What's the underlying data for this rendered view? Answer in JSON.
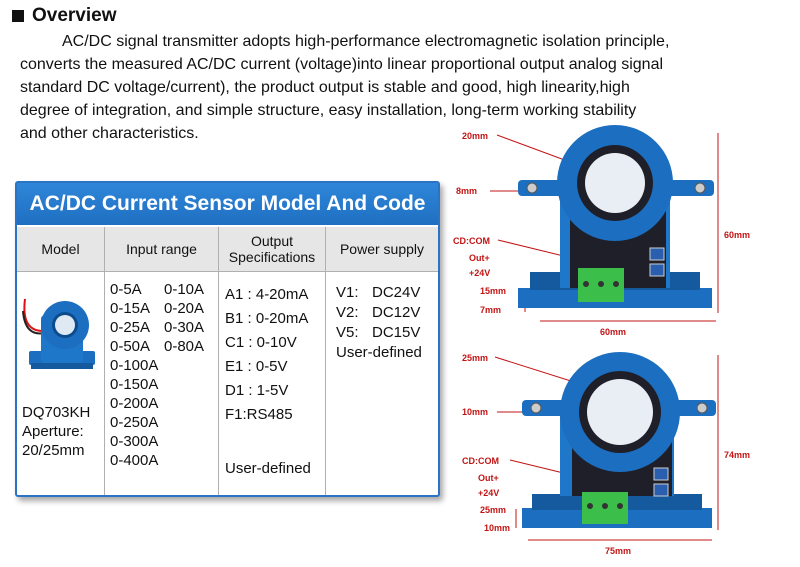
{
  "heading": "Overview",
  "paragraph": [
    "AC/DC signal transmitter adopts high-performance electromagnetic isolation principle,",
    "converts the measured AC/DC current (voltage)into linear proportional output analog signal",
    "standard DC voltage/current), the product output is stable and good, high linearity,high",
    "degree of integration, and simple structure, easy installation, long-term working stability",
    "and other characteristics."
  ],
  "table": {
    "title": "AC/DC Current Sensor Model And Code",
    "headers": {
      "model": "Model",
      "input_range": "Input range",
      "output_line1": "Output",
      "output_line2": "Specifications",
      "power": "Power supply"
    },
    "model_lines": [
      "DQ703KH",
      "Aperture:",
      "20/25mm"
    ],
    "input_ranges": [
      [
        "0-5A",
        "0-10A"
      ],
      [
        "0-15A",
        "0-20A"
      ],
      [
        "0-25A",
        "0-30A"
      ],
      [
        "0-50A",
        "0-80A"
      ],
      [
        "0-100A",
        ""
      ],
      [
        "0-150A",
        ""
      ],
      [
        "0-200A",
        ""
      ],
      [
        "0-250A",
        ""
      ],
      [
        "0-300A",
        ""
      ],
      [
        "0-400A",
        ""
      ]
    ],
    "outputs": [
      "A1 : 4-20mA",
      "B1 : 0-20mA",
      "C1 : 0-10V",
      "E1 : 0-5V",
      "D1 : 1-5V",
      "F1:RS485"
    ],
    "output_user_defined": "User-defined",
    "power": [
      {
        "code": "V1:",
        "value": "DC24V"
      },
      {
        "code": "V2:",
        "value": "DC12V"
      },
      {
        "code": "V5:",
        "value": "DC15V"
      }
    ],
    "power_user_defined": "User-defined"
  },
  "diagram_top": {
    "aperture": "20mm",
    "mount": "8mm",
    "pin_com": "CD:COM",
    "pin_out": "Out+",
    "pin_vcc": "+24V",
    "base_h": "15mm",
    "foot_h": "7mm",
    "width": "60mm",
    "height": "60mm"
  },
  "diagram_bottom": {
    "aperture": "25mm",
    "mount": "10mm",
    "pin_com": "CD:COM",
    "pin_out": "Out+",
    "pin_vcc": "+24V",
    "base_h": "25mm",
    "foot_h": "10mm",
    "width": "75mm",
    "height": "74mm"
  },
  "colors": {
    "table_header_blue": "#2a74c6",
    "sensor_blue": "#1c6fc0",
    "dimension_red": "#c21414",
    "terminal_green": "#3cbf4a"
  }
}
